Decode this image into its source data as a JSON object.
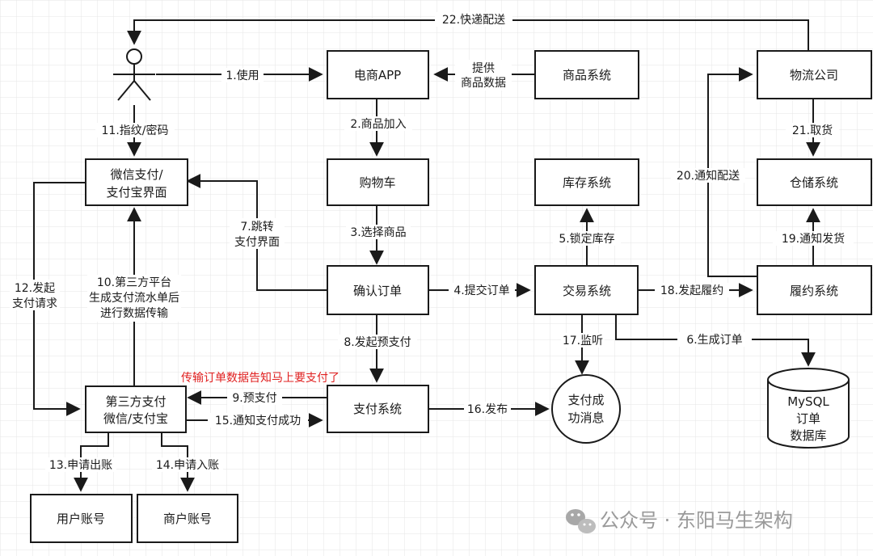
{
  "nodes": {
    "app": "电商APP",
    "product_system": "商品系统",
    "logistics": "物流公司",
    "cart": "购物车",
    "inventory": "库存系统",
    "warehouse": "仓储系统",
    "wechat_ui_l1": "微信支付/",
    "wechat_ui_l2": "支付宝界面",
    "confirm_order": "确认订单",
    "trade_system": "交易系统",
    "fulfillment": "履约系统",
    "third_party_l1": "第三方支付",
    "third_party_l2": "微信/支付宝",
    "pay_system": "支付系统",
    "success_msg_l1": "支付成",
    "success_msg_l2": "功消息",
    "db_l1": "MySQL",
    "db_l2": "订单",
    "db_l3": "数据库",
    "user_account": "用户账号",
    "merchant_account": "商户账号"
  },
  "edges": {
    "e1": "1.使用",
    "e2": "2.商品加入",
    "e3": "3.选择商品",
    "e4": "4.提交订单",
    "e5": "5.锁定库存",
    "e6": "6.生成订单",
    "e7_l1": "7.跳转",
    "e7_l2": "支付界面",
    "e8": "8.发起预支付",
    "e9": "9.预支付",
    "e10_l1": "10.第三方平台",
    "e10_l2": "生成支付流水单后",
    "e10_l3": "进行数据传输",
    "e11": "11.指纹/密码",
    "e12_l1": "12.发起",
    "e12_l2": "支付请求",
    "e13": "13.申请出账",
    "e14": "14.申请入账",
    "e15": "15.通知支付成功",
    "e16": "16.发布",
    "e17": "17.监听",
    "e18": "18.发起履约",
    "e19": "19.通知发货",
    "e20": "20.通知配送",
    "e21": "21.取货",
    "e22": "22.快递配送",
    "provide_l1": "提供",
    "provide_l2": "商品数据"
  },
  "annotation": "传输订单数据告知马上要支付了",
  "watermark": "公众号 · 东阳马生架构",
  "colors": {
    "stroke": "#1a1a1a",
    "grid": "#e6e6e6",
    "annotation": "#e02020",
    "watermark": "#9a9a9a"
  }
}
